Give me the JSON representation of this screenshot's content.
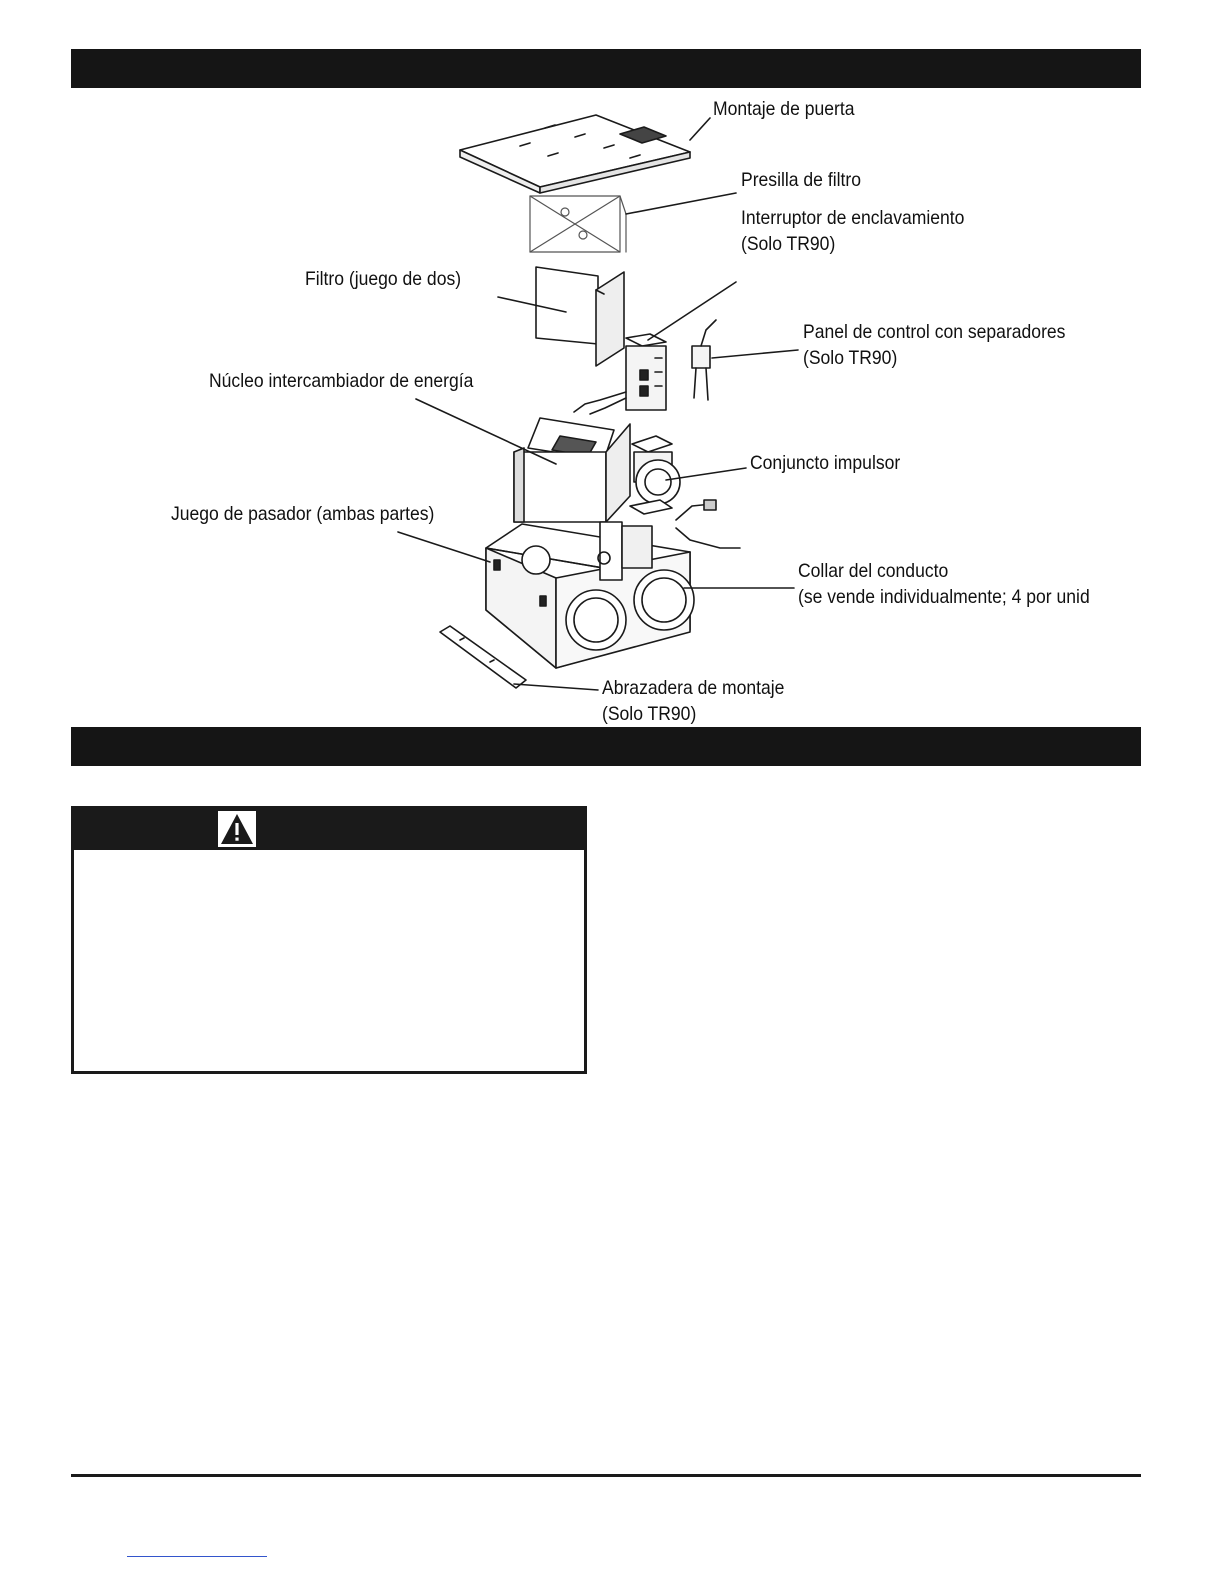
{
  "labels": {
    "door": "Montaje de puerta",
    "filter_clip": "Presilla de filtro",
    "interlock_switch_1": "Interruptor de enclavamiento",
    "interlock_switch_2": "(Solo TR90)",
    "filter": "Filtro (juego de dos)",
    "control_panel_1": "Panel de control con separadores",
    "control_panel_2": "(Solo TR90)",
    "core": "Núcleo intercambiador de energía",
    "blower": "Conjuncto impulsor",
    "latch": "Juego de pasador (ambas partes)",
    "collar_1": "Collar del conducto",
    "collar_2": "(se vende individualmente; 4 por unid",
    "bracket_1": "Abrazadera de montaje",
    "bracket_2": "(Solo TR90)"
  },
  "colors": {
    "bar": "#151515",
    "line": "#1a1a1a",
    "link": "#3355cc"
  },
  "icons": {
    "warning": "warning-triangle-icon"
  }
}
